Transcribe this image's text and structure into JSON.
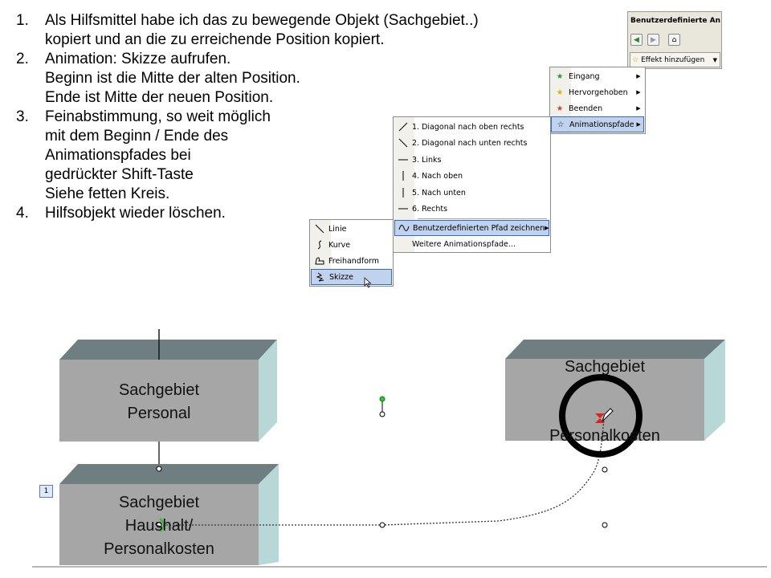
{
  "instructions": [
    {
      "num": "1.",
      "lines": [
        "Als Hilfsmittel habe ich das zu bewegende Objekt (Sachgebiet..)",
        "kopiert und an die zu erreichende Position kopiert."
      ]
    },
    {
      "num": "2.",
      "lines": [
        "Animation: Skizze aufrufen.",
        "Beginn ist die Mitte der alten Position.",
        "Ende ist Mitte der neuen Position."
      ]
    },
    {
      "num": "3.",
      "lines": [
        "Feinabstimmung, so weit möglich",
        "mit dem Beginn / Ende des",
        "Animationspfades bei",
        "gedrückter Shift-Taste",
        "Siehe fetten Kreis."
      ]
    },
    {
      "num": "4.",
      "lines": [
        "Hilfsobjekt wieder löschen."
      ]
    }
  ],
  "task_pane": {
    "title": "Benutzerdefinierte Animation",
    "add_effect_label": "Effekt hinzufügen"
  },
  "effect_menu": [
    {
      "label": "Eingang",
      "icon": "star-green-icon"
    },
    {
      "label": "Hervorgehoben",
      "icon": "star-yellow-icon"
    },
    {
      "label": "Beenden",
      "icon": "star-red-icon"
    },
    {
      "label": "Animationspfade",
      "icon": "star-outline-icon"
    }
  ],
  "paths_menu": [
    {
      "label": "1. Diagonal nach oben rechts",
      "icon": "diagonal-up-icon"
    },
    {
      "label": "2. Diagonal nach unten rechts",
      "icon": "diagonal-down-icon"
    },
    {
      "label": "3. Links",
      "icon": "horizontal-line-icon"
    },
    {
      "label": "4. Nach oben",
      "icon": "vertical-line-icon"
    },
    {
      "label": "5. Nach unten",
      "icon": "vertical-line-icon"
    },
    {
      "label": "6. Rechts",
      "icon": "horizontal-line-icon"
    },
    {
      "label": "Benutzerdefinierten Pfad zeichnen",
      "icon": "wave-icon"
    },
    {
      "label": "Weitere Animationspfade...",
      "icon": ""
    }
  ],
  "draw_menu": [
    {
      "label": "Linie",
      "icon": "line-icon"
    },
    {
      "label": "Kurve",
      "icon": "curve-icon"
    },
    {
      "label": "Freihandform",
      "icon": "freeform-icon"
    },
    {
      "label": "Skizze",
      "icon": "scribble-icon"
    }
  ],
  "boxes": {
    "personal": [
      "Sachgebiet",
      "Personal"
    ],
    "haushalt": [
      "Sachgebiet",
      "Haushalt/",
      "Personalkosten"
    ],
    "target": [
      "Sachgebiet",
      "Personalkosten"
    ]
  },
  "animation_tag": "1",
  "colors": {
    "box_front": "#a6a6a6",
    "box_top": "#6f7e80",
    "box_side": "#b8d8d8",
    "highlight": "#c1d2ee",
    "circle": "#000000"
  }
}
